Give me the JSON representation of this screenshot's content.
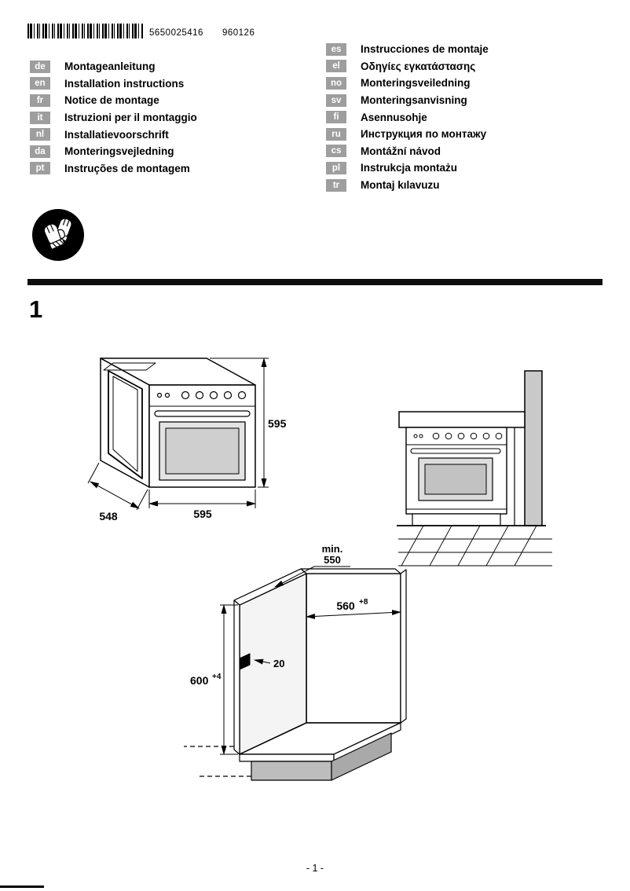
{
  "header": {
    "barcode_number": "5650025416",
    "doc_code": "960126"
  },
  "icons": {
    "safety": "gloves-icon"
  },
  "languages_left": [
    {
      "code": "de",
      "label": "Montageanleitung"
    },
    {
      "code": "en",
      "label": "Installation instructions"
    },
    {
      "code": "fr",
      "label": "Notice de montage"
    },
    {
      "code": "it",
      "label": "Istruzioni per il montaggio"
    },
    {
      "code": "nl",
      "label": "Installatievoorschrift"
    },
    {
      "code": "da",
      "label": "Monteringsvejledning"
    },
    {
      "code": "pt",
      "label": "Instruções de montagem"
    }
  ],
  "languages_right": [
    {
      "code": "es",
      "label": "Instrucciones de montaje"
    },
    {
      "code": "el",
      "label": "Οδηγίες εγκατάστασης"
    },
    {
      "code": "no",
      "label": "Monteringsveiledning"
    },
    {
      "code": "sv",
      "label": "Monteringsanvisning"
    },
    {
      "code": "fi",
      "label": "Asennusohje"
    },
    {
      "code": "ru",
      "label": "Инструкция по монтажу"
    },
    {
      "code": "cs",
      "label": "Montážní návod"
    },
    {
      "code": "pl",
      "label": "Instrukcja montażu"
    },
    {
      "code": "tr",
      "label": "Montaj kılavuzu"
    }
  ],
  "section": {
    "number": "1"
  },
  "figures": {
    "oven": {
      "height": "595",
      "depth": "548",
      "width": "595"
    },
    "niche": {
      "depth_min_line1": "min.",
      "depth_min_line2": "550",
      "width_value": "560",
      "width_tolerance": "+8",
      "height_value": "600",
      "height_tolerance": "+4",
      "rail_dim": "20"
    }
  },
  "footer": {
    "page_number": "- 1 -"
  },
  "colors": {
    "ink": "#000000",
    "badge_bg": "#9e9e9e",
    "wall_gray": "#c9c9c9",
    "plinth_gray": "#bdbdbd"
  }
}
